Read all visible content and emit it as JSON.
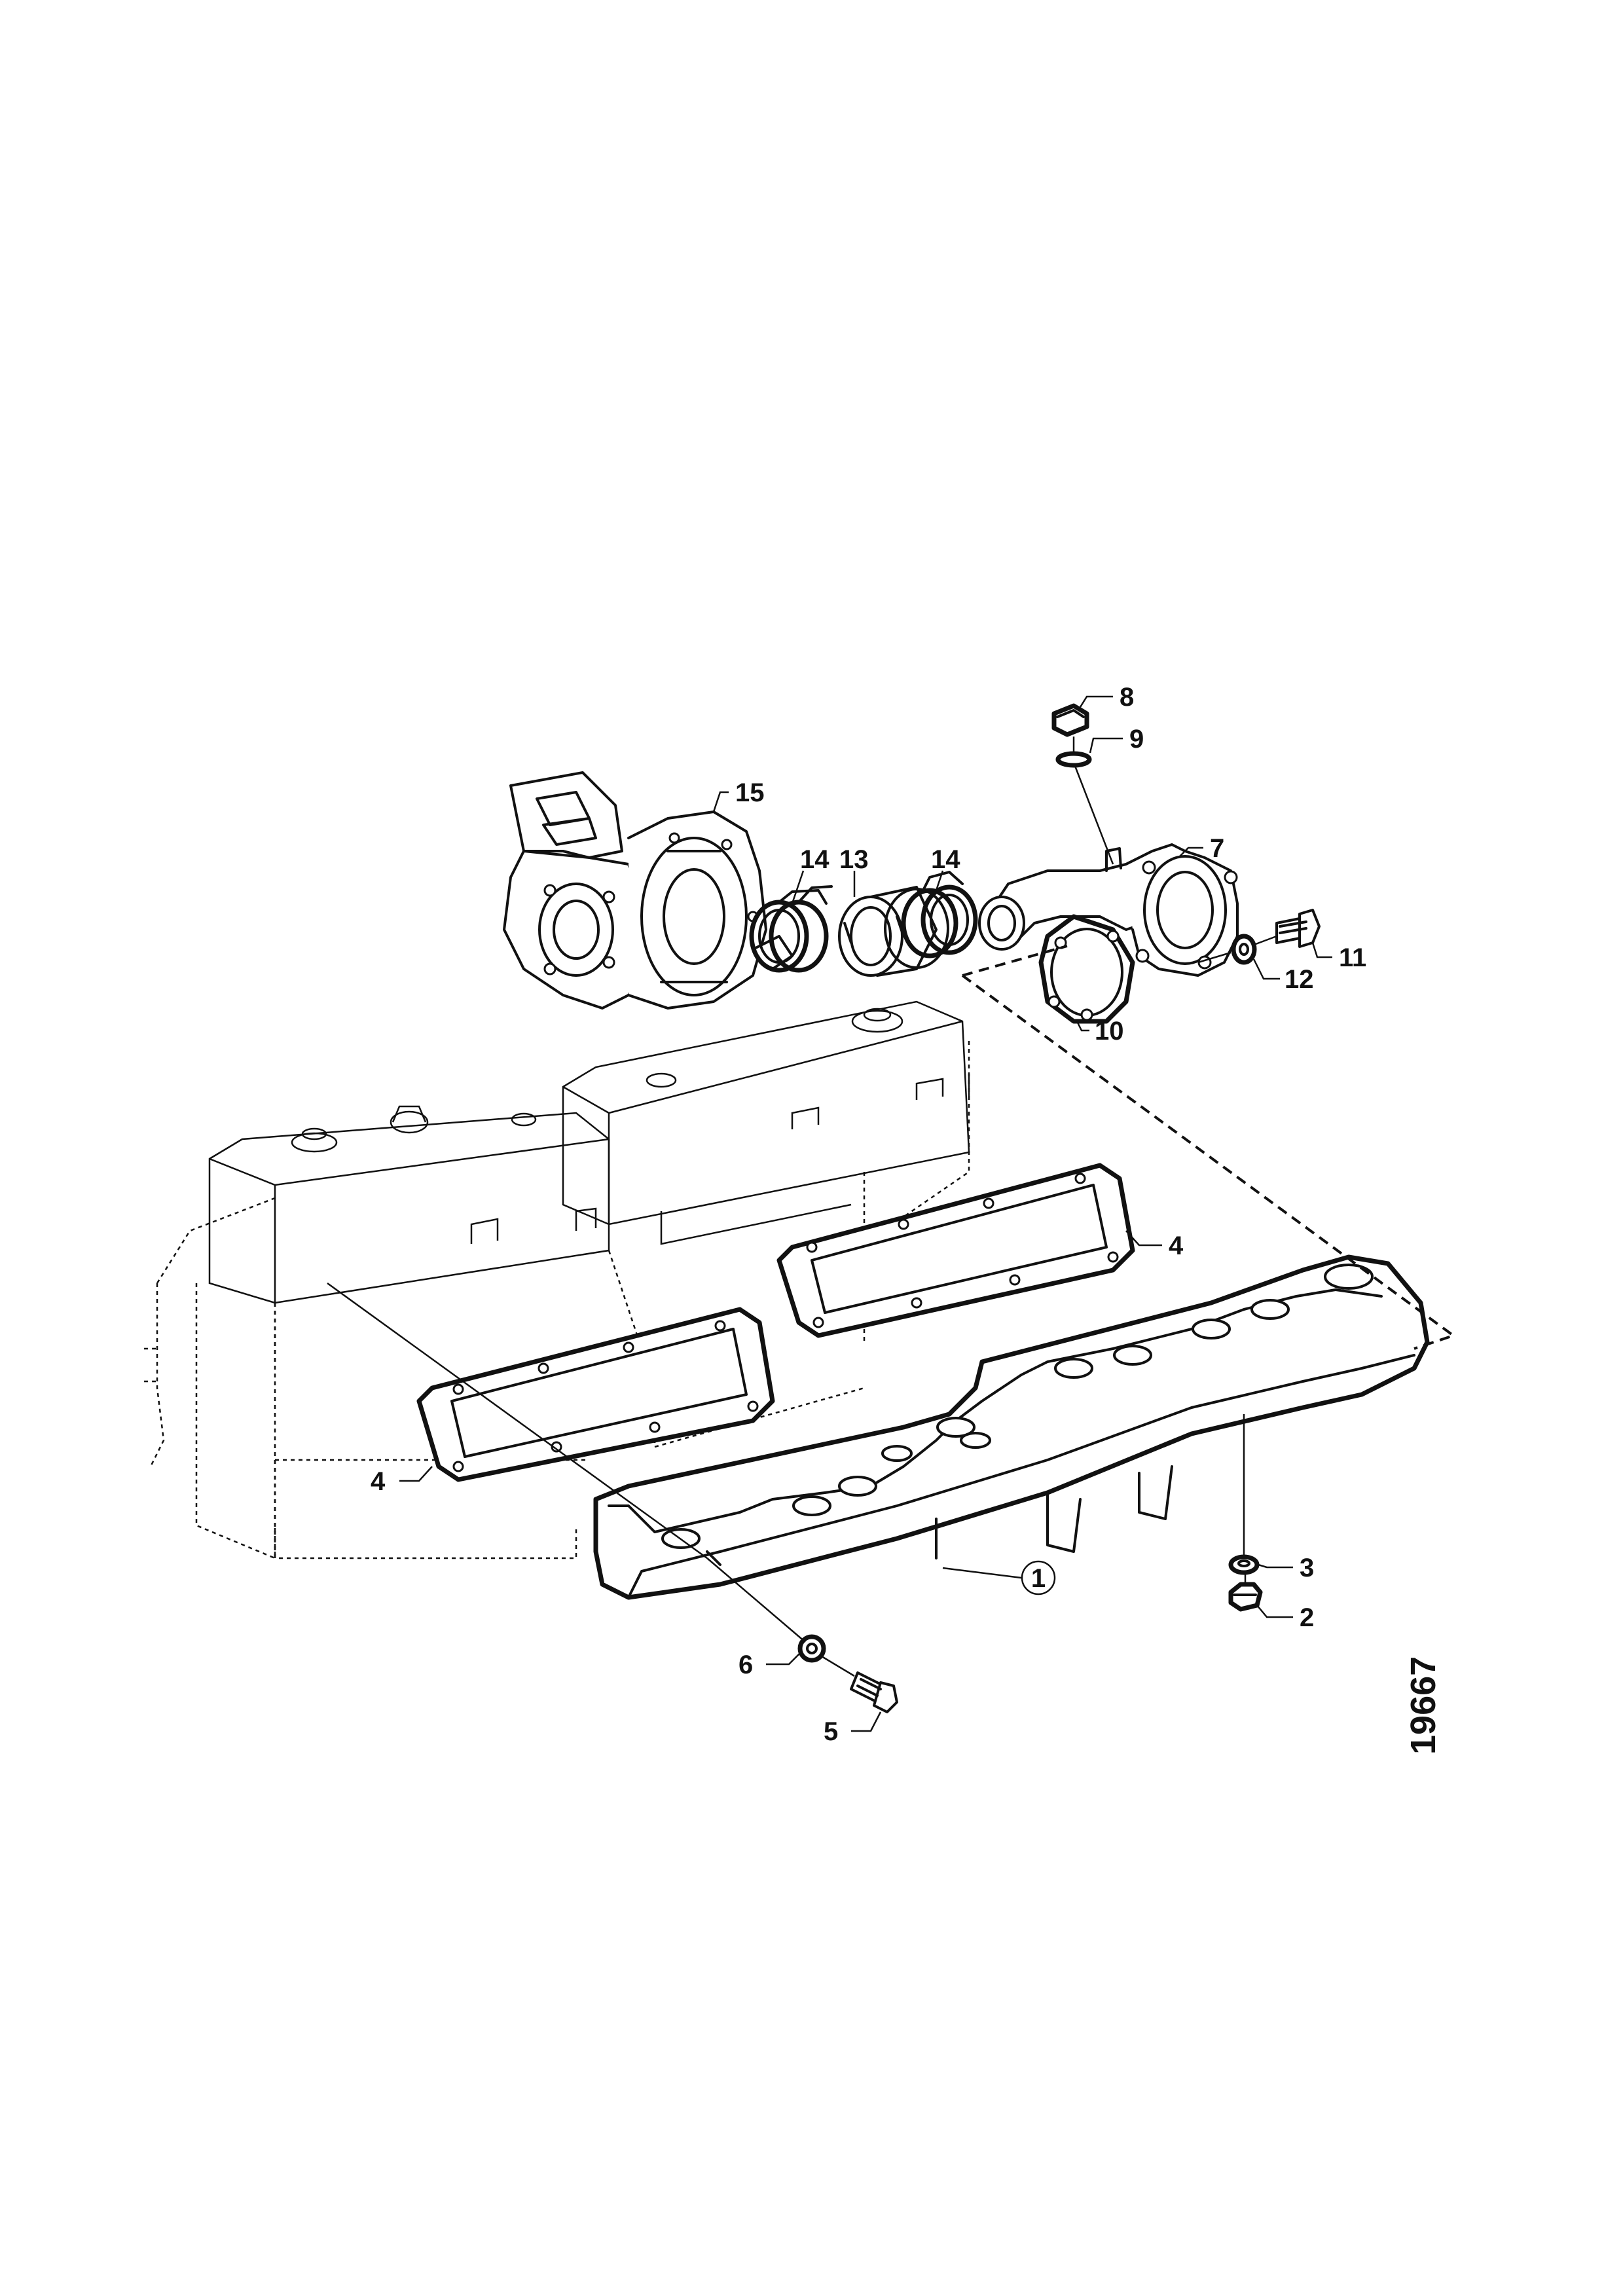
{
  "figure_number": "19667",
  "callouts": [
    {
      "id": "c1",
      "label": "1"
    },
    {
      "id": "c2",
      "label": "2"
    },
    {
      "id": "c3",
      "label": "3"
    },
    {
      "id": "c4a",
      "label": "4"
    },
    {
      "id": "c4b",
      "label": "4"
    },
    {
      "id": "c5",
      "label": "5"
    },
    {
      "id": "c6",
      "label": "6"
    },
    {
      "id": "c7",
      "label": "7"
    },
    {
      "id": "c8",
      "label": "8"
    },
    {
      "id": "c9",
      "label": "9"
    },
    {
      "id": "c10",
      "label": "10"
    },
    {
      "id": "c11",
      "label": "11"
    },
    {
      "id": "c12",
      "label": "12"
    },
    {
      "id": "c13",
      "label": "13"
    },
    {
      "id": "c14a",
      "label": "14"
    },
    {
      "id": "c14b",
      "label": "14"
    },
    {
      "id": "c15",
      "label": "15"
    }
  ]
}
